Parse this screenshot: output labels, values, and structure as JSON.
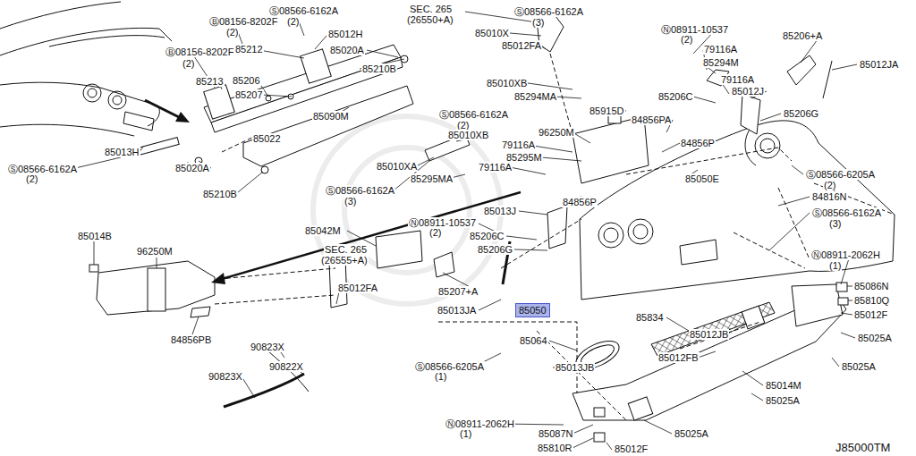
{
  "diagram": {
    "nodes": [
      {
        "text": [
          "85050"
        ]
      }
    ],
    "labels": [
      "Ⓑ08156-8202F",
      "(2)",
      "Ⓢ08566-6162A",
      "(2)",
      "85012H",
      "85212",
      "85020A",
      "Ⓑ08156-8202F",
      "(2)",
      "85206",
      "85210B",
      "85213",
      "85207",
      "85090M",
      "85022",
      "85013H",
      "Ⓢ08566-6162A",
      "(2)",
      "85020A",
      "85210B",
      "SEC. 265",
      "(26550+A)",
      "Ⓢ08566-6162A",
      "(3)",
      "85010X",
      "85012FA",
      "Ⓝ08911-10537",
      "(2)",
      "79116A",
      "85294M",
      "85206+A",
      "85012JA",
      "85010XB",
      "85294MA",
      "79116A",
      "85012J",
      "85206C",
      "84856PA",
      "85206G",
      "Ⓢ08566-6162A",
      "(2)",
      "85915D",
      "96250M",
      "85010XB",
      "79116A",
      "84856P",
      "85010XA",
      "85295M",
      "85295MA",
      "79116A",
      "85050E",
      "Ⓢ08566-6205A",
      "(2)",
      "Ⓢ08566-6162A",
      "(3)",
      "84856P",
      "84816N",
      "85013J",
      "Ⓢ08566-6162A",
      "(3)",
      "Ⓝ08911-10537",
      "(2)",
      "85042M",
      "85206C",
      "85206G",
      "85014B",
      "96250M",
      "SEC. 265",
      "(26555+A)",
      "Ⓝ08911-2062H",
      "(1)",
      "85086N",
      "85810Q",
      "85012F",
      "85207+A",
      "85012FA",
      "85013JA",
      "85834",
      "85064",
      "85012JB",
      "85025A",
      "84856PB",
      "90823X",
      "85012FB",
      "Ⓢ08566-6205A",
      "(1)",
      "85013JB",
      "85025A",
      "90822X",
      "90823X",
      "85014M",
      "85025A",
      "Ⓝ08911-2062H",
      "(1)",
      "85025A",
      "85087N",
      "85810R",
      "85012F",
      "J85000TM"
    ]
  }
}
